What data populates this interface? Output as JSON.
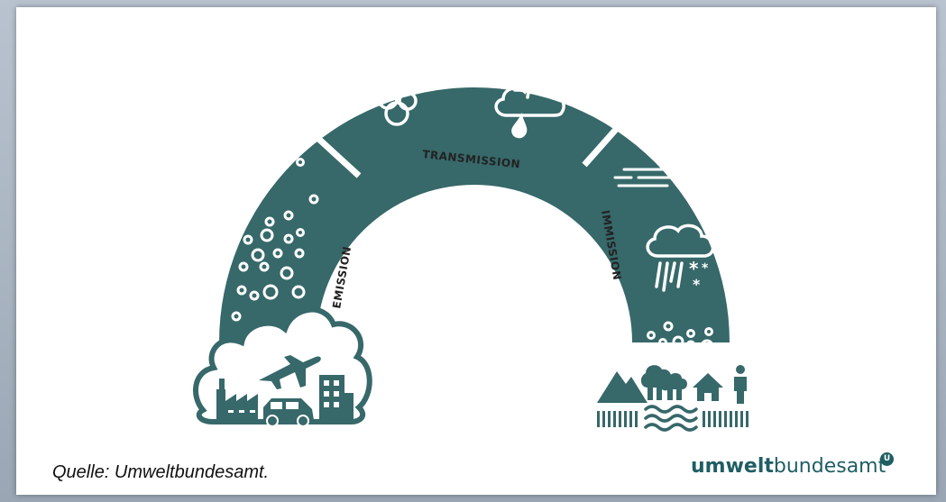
{
  "diagram": {
    "stages": {
      "emission": "EMISSION",
      "transmission": "TRANSMISSION",
      "immission": "IMMISSION"
    },
    "colors": {
      "arch": "#37686a",
      "icon_light": "#ffffff",
      "logo": "#1f5e63"
    }
  },
  "footer": {
    "source": "Quelle: Umweltbundesamt.",
    "logo_bold": "umwelt",
    "logo_light": "bundesamt",
    "logo_mark": "U"
  }
}
